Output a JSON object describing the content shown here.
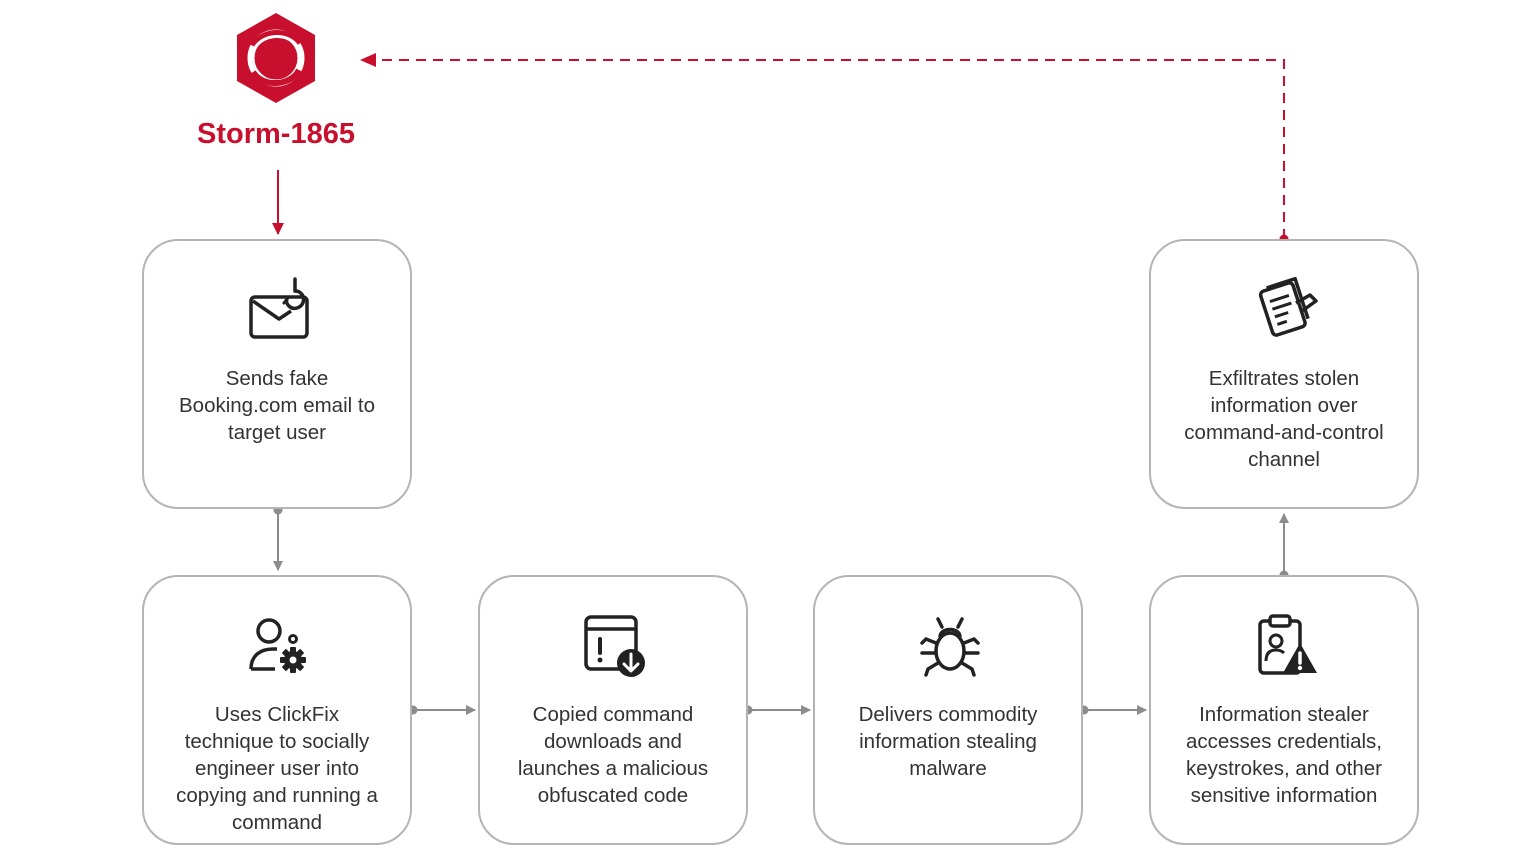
{
  "actor": {
    "name": "Storm-1865",
    "logo_icon": "storm-hexagon-logo",
    "color": "#c8102e"
  },
  "colors": {
    "box_border": "#b4b4b4",
    "connector": "#8c8c8c",
    "text": "#333333",
    "accent_red": "#c8102e"
  },
  "steps": [
    {
      "id": "phishing",
      "label": "Sends fake\nBooking.com email to\ntarget user",
      "icon": "phishing-email-hook-icon"
    },
    {
      "id": "clickfix",
      "label": "Uses ClickFix\ntechnique to socially\nengineer user into\ncopying and running a\ncommand",
      "icon": "user-gear-icon"
    },
    {
      "id": "download",
      "label": "Copied command\ndownloads and\nlaunches a malicious\nobfuscated code",
      "icon": "window-download-icon"
    },
    {
      "id": "malware",
      "label": "Delivers commodity\ninformation stealing\nmalware",
      "icon": "bug-icon"
    },
    {
      "id": "stealer",
      "label": "Information stealer\naccesses credentials,\nkeystrokes, and other\nsensitive information",
      "icon": "clipboard-warning-icon"
    },
    {
      "id": "exfil",
      "label": "Exfiltrates stolen\ninformation over\ncommand-and-control\nchannel",
      "icon": "documents-exfiltrate-icon"
    }
  ]
}
